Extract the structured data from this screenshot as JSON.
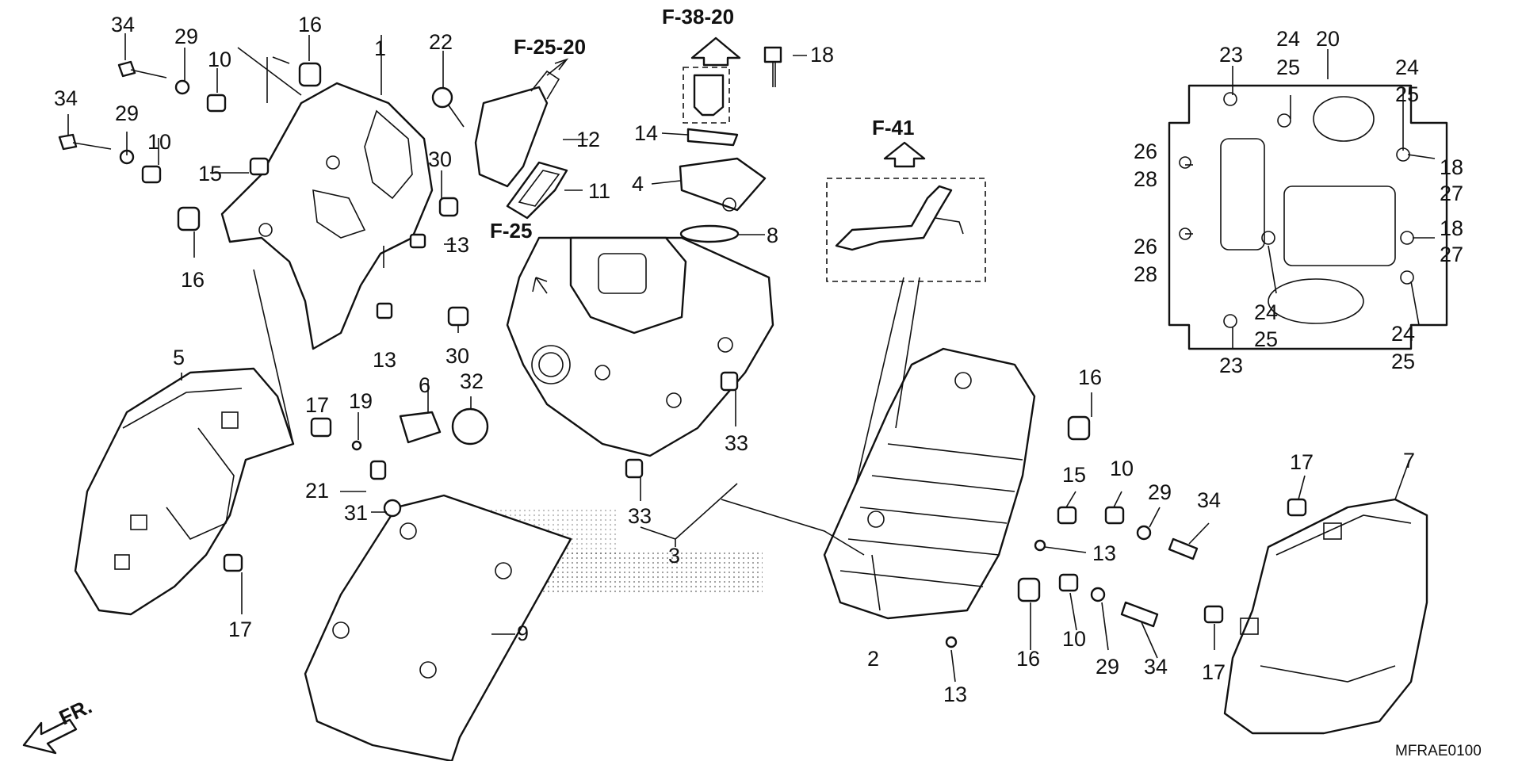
{
  "diagram": {
    "drawing_code": "MFRAE0100",
    "front_label": "FR.",
    "references": {
      "f38_20": "F-38-20",
      "f25_20": "F-25-20",
      "f25": "F-25",
      "f41": "F-41"
    },
    "callouts": {
      "c34a": "34",
      "c29a": "29",
      "c10a": "10",
      "c16a": "16",
      "c1": "1",
      "c22": "22",
      "c18a": "18",
      "c12": "12",
      "c11": "11",
      "c14": "14",
      "c4": "4",
      "c8": "8",
      "c34b": "34",
      "c29b": "29",
      "c10b": "10",
      "c15a": "15",
      "c16b": "16",
      "c30a": "30",
      "c13a": "13",
      "c13b": "13",
      "c30b": "30",
      "c5": "5",
      "c17a": "17",
      "c19": "19",
      "c6": "6",
      "c32": "32",
      "c21": "21",
      "c31": "31",
      "c33a": "33",
      "c33b": "33",
      "c3": "3",
      "c17b": "17",
      "c9": "9",
      "c23a": "23",
      "c24a": "24",
      "c25a": "25",
      "c20": "20",
      "c24b": "24",
      "c25b": "25",
      "c26a": "26",
      "c28a": "28",
      "c18b": "18",
      "c27a": "27",
      "c26b": "26",
      "c28b": "28",
      "c18c": "18",
      "c27b": "27",
      "c24c": "24",
      "c25c": "25",
      "c23b": "23",
      "c24d": "24",
      "c25d": "25",
      "c16c": "16",
      "c15b": "15",
      "c10c": "10",
      "c29c": "29",
      "c34c": "34",
      "c13c": "13",
      "c17c": "17",
      "c7": "7",
      "c2": "2",
      "c16d": "16",
      "c10d": "10",
      "c29d": "29",
      "c34d": "34",
      "c13d": "13",
      "c17d": "17"
    }
  }
}
